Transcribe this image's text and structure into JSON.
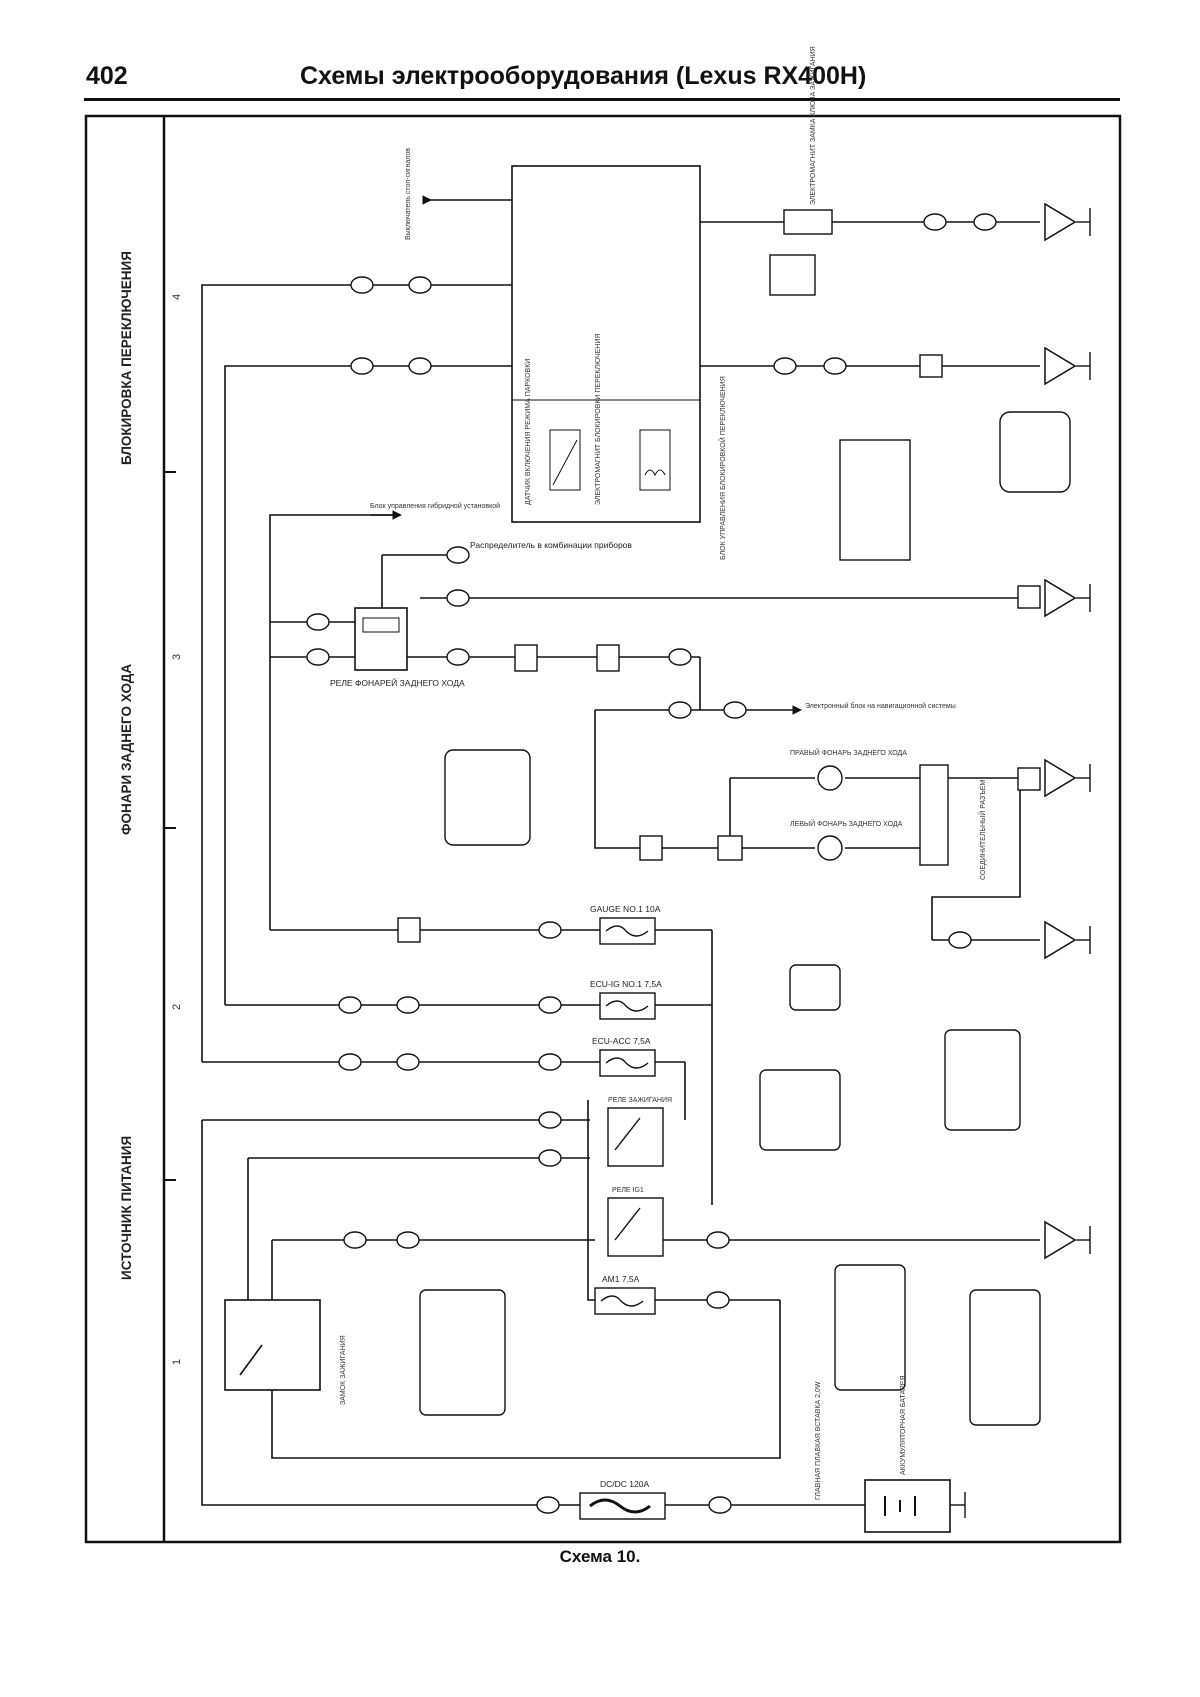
{
  "header": {
    "page_number": "402",
    "title": "Схемы электрооборудования (Lexus RX400H)"
  },
  "sections": [
    {
      "label": "БЛОКИРОВКА ПЕРЕКЛЮЧЕНИЯ"
    },
    {
      "label": "ФОНАРИ ЗАДНЕГО ХОДА"
    },
    {
      "label": "ИСТОЧНИК ПИТАНИЯ"
    }
  ],
  "column_numbers": [
    "4",
    "3",
    "2",
    "1"
  ],
  "labels": {
    "vyklyuchatel": "Выключатель стоп-сигналов",
    "blok_gibrid": "Блок управления гибридной установкой",
    "raspredelitel": "Распределитель в комбинации приборов",
    "elektronny_blok": "Электронный блок на навигационной системы",
    "rele_fonarey": "РЕЛЕ ФОНАРЕЙ ЗАДНЕГО ХОДА",
    "gauge": "GAUGE NO.1 10A",
    "ecu_ig": "ECU-IG NO.1 7,5A",
    "ecu_acc": "ECU-ACC 7,5A",
    "rele_pitaniya": "РЕЛЕ ЗАЖИГАНИЯ",
    "rele_ig1": "РЕЛЕ IG1",
    "am1": "AM1 7,5A",
    "dcdc": "DC/DC 120A",
    "zamok": "ЗАМОК ЗАЖИГАНИЯ",
    "akkumulyator": "АККУМУЛЯТОРНАЯ БАТАРЕЯ",
    "glavnaya_vstavka": "ГЛАВНАЯ ПЛАВКАЯ ВСТАВКА 2,0W",
    "datchik": "ДАТЧИК ВКЛЮЧЕНИЯ РЕЖИМА ПАРКОВКИ",
    "elektromagnit": "ЭЛЕКТРОМАГНИТ БЛОКИРОВКИ ПЕРЕКЛЮЧЕНИЯ",
    "blok_perekl": "БЛОК УПРАВЛЕНИЯ БЛОКИРОВКОЙ ПЕРЕКЛЮЧЕНИЯ",
    "praviy_fonar": "ПРАВЫЙ ФОНАРЬ ЗАДНЕГО ХОДА",
    "leviy_fonar": "ЛЕВЫЙ ФОНАРЬ ЗАДНЕГО ХОДА",
    "soedinitelny_razem": "СОЕДИНИТЕЛЬНЫЙ РАЗЪЕМ",
    "elektromagnit_klyucha": "ЭЛЕКТРОМАГНИТ ЗАМКА КЛЮЧА ЗАЖИГАНИЯ"
  },
  "caption": "Схема 10."
}
